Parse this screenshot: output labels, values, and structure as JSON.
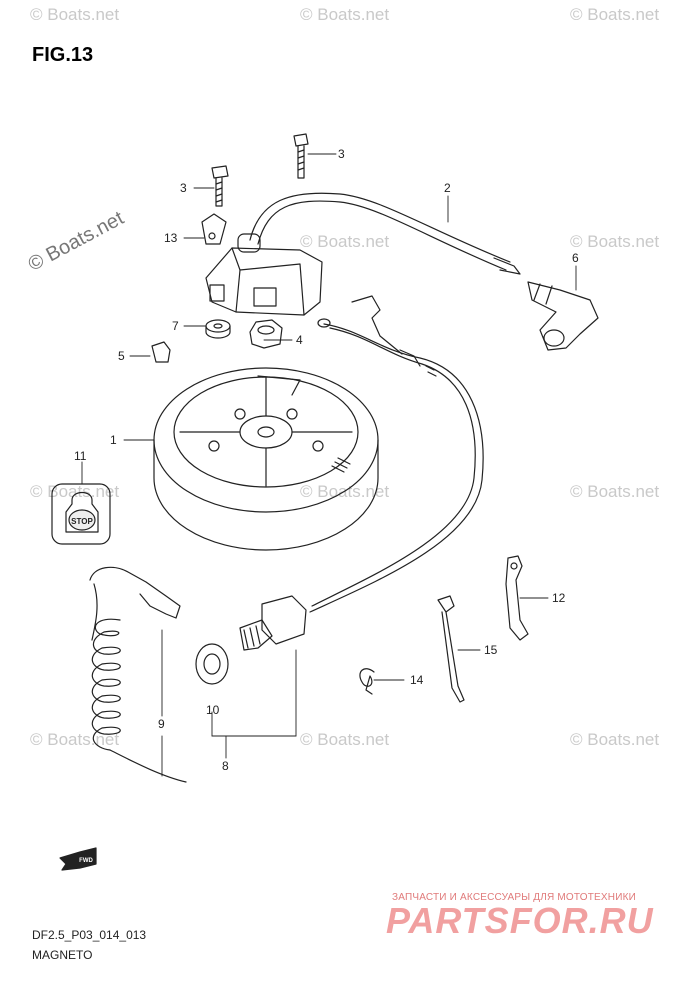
{
  "figure": {
    "title": "FIG.13",
    "code": "DF2.5_P03_014_013",
    "name": "MAGNETO"
  },
  "watermark": "© Boats.net",
  "parts": [
    {
      "number": "1"
    },
    {
      "number": "2"
    },
    {
      "number": "3"
    },
    {
      "number": "3"
    },
    {
      "number": "4"
    },
    {
      "number": "5"
    },
    {
      "number": "6"
    },
    {
      "number": "7"
    },
    {
      "number": "8"
    },
    {
      "number": "9"
    },
    {
      "number": "10"
    },
    {
      "number": "11"
    },
    {
      "number": "12"
    },
    {
      "number": "13"
    },
    {
      "number": "14"
    },
    {
      "number": "15"
    }
  ],
  "stop_switch_label": "STOP",
  "fwd_arrow_label": "FWD",
  "footer_brand": {
    "tagline": "ЗАПЧАСТИ И АКСЕССУАРЫ ДЛЯ МОТОТЕХНИКИ",
    "logo": "PARTSFOR.RU"
  },
  "colors": {
    "line": "#222222",
    "watermark": "#c9c9c9",
    "brand": "#f1a0a0"
  }
}
